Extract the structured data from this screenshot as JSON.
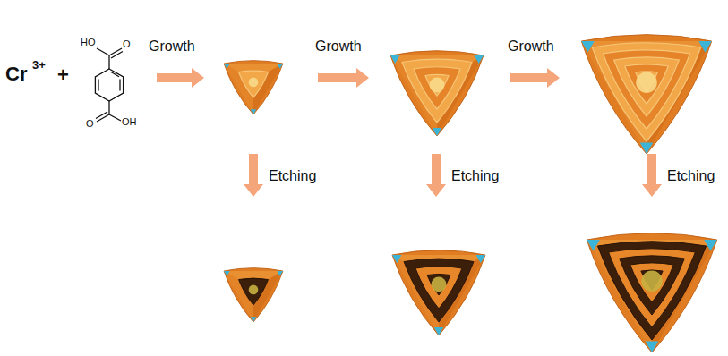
{
  "diagram": {
    "labels": [
      "Cr",
      "3+",
      "+",
      "HO",
      "O",
      "O",
      "OH",
      "Growth",
      "Growth",
      "Growth",
      "Etching",
      "Etching",
      "Etching"
    ]
  }
}
